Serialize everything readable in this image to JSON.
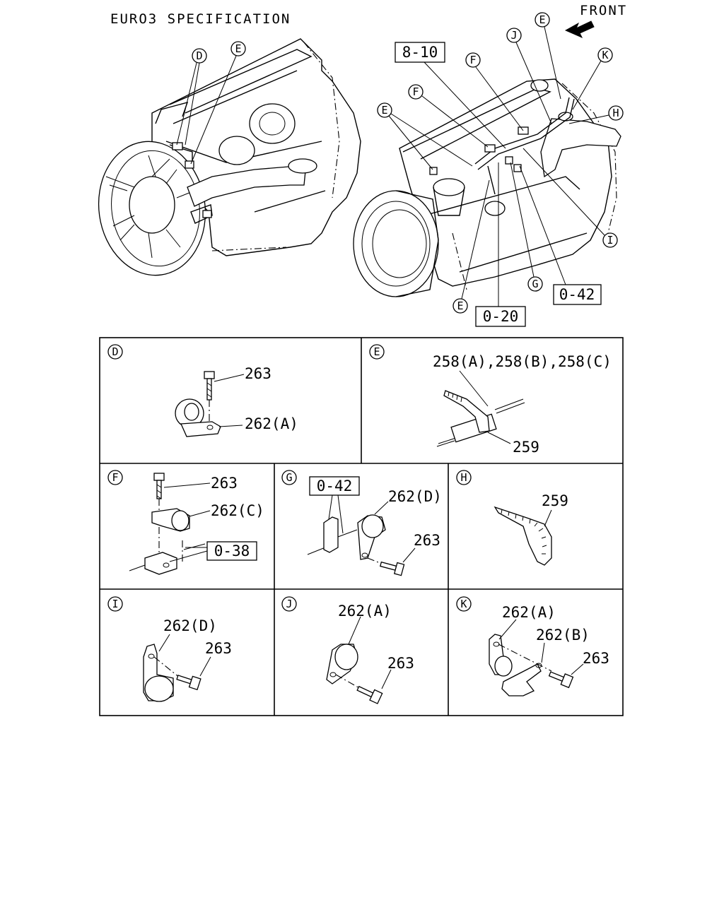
{
  "header": {
    "title": "EURO3 SPECIFICATION",
    "front_label": "FRONT"
  },
  "overview_callouts": {
    "left": {
      "D": "D",
      "E": "E"
    },
    "right": {
      "E_top": "E",
      "J": "J",
      "K": "K",
      "F_upper": "F",
      "F_lower": "F",
      "H": "H",
      "E_left": "E",
      "I": "I",
      "G": "G",
      "E_bottom": "E"
    },
    "refs": {
      "r810": "8-10",
      "r042": "0-42",
      "r020": "0-20"
    }
  },
  "details": {
    "D": {
      "letter": "D",
      "part_a": "263",
      "part_b": "262(A)"
    },
    "E": {
      "letter": "E",
      "part_a": "258(A),258(B),258(C)",
      "part_b": "259"
    },
    "F": {
      "letter": "F",
      "part_a": "263",
      "part_b": "262(C)",
      "ref": "0-38"
    },
    "G": {
      "letter": "G",
      "ref": "0-42",
      "part_a": "262(D)",
      "part_b": "263"
    },
    "H": {
      "letter": "H",
      "part_a": "259"
    },
    "I": {
      "letter": "I",
      "part_a": "262(D)",
      "part_b": "263"
    },
    "J": {
      "letter": "J",
      "part_a": "262(A)",
      "part_b": "263"
    },
    "K": {
      "letter": "K",
      "part_a": "262(A)",
      "part_b": "262(B)",
      "part_c": "263"
    }
  }
}
